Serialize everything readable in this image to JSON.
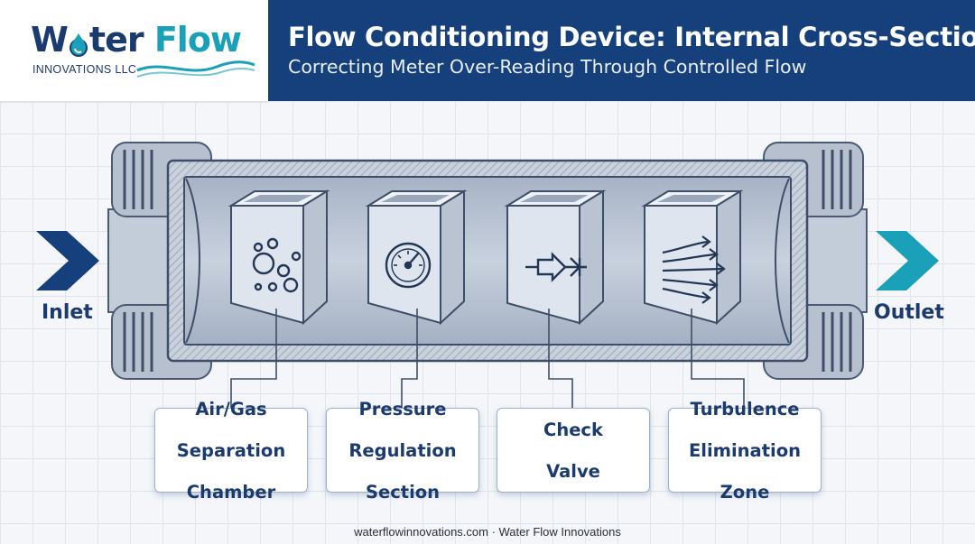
{
  "logo": {
    "name_part1": "W",
    "name_part1b": "ter",
    "name_part2": "Flow",
    "subtitle": "INNOVATIONS LLC"
  },
  "header": {
    "title": "Flow Conditioning Device: Internal Cross-Section",
    "subtitle": "Correcting Meter Over-Reading Through Controlled Flow"
  },
  "labels": {
    "inlet": "Inlet",
    "outlet": "Outlet"
  },
  "callouts": [
    {
      "lines": [
        "Air/Gas",
        "Separation",
        "Chamber"
      ],
      "icon": "bubbles-icon"
    },
    {
      "lines": [
        "Pressure",
        "Regulation",
        "Section"
      ],
      "icon": "pressure-gauge-icon"
    },
    {
      "lines": [
        "Check",
        "Valve"
      ],
      "icon": "check-valve-icon"
    },
    {
      "lines": [
        "Turbulence",
        "Elimination",
        "Zone"
      ],
      "icon": "flow-lines-icon"
    }
  ],
  "footer": "waterflowinnovations.com · Water Flow Innovations",
  "colors": {
    "navy": "#15407b",
    "teal": "#1aa0b8",
    "pipe": "#b9c3d2",
    "chamber": "#c3cddc"
  }
}
